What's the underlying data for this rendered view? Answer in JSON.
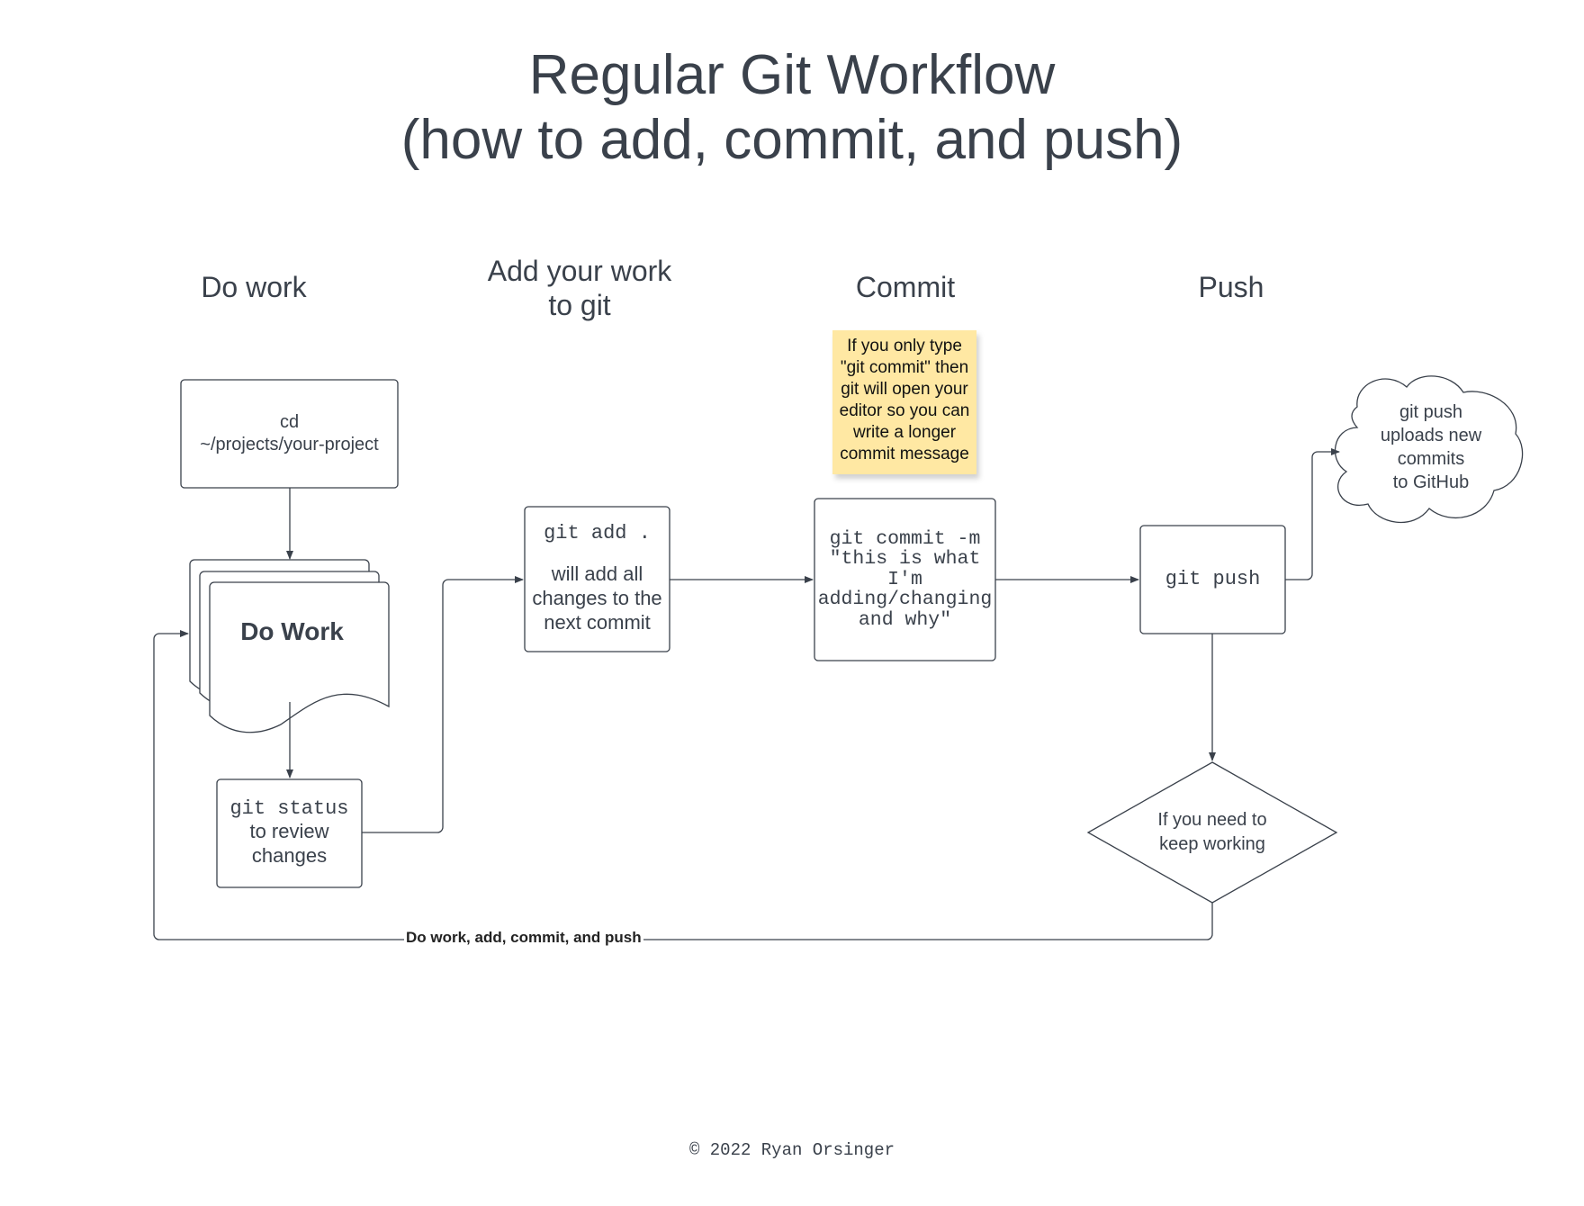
{
  "title": {
    "line1": "Regular Git Workflow",
    "line2": "(how to add, commit, and push)"
  },
  "columns": {
    "do_work": "Do work",
    "add_line1": "Add your work",
    "add_line2": "to git",
    "commit": "Commit",
    "push": "Push"
  },
  "nodes": {
    "cd": {
      "line1": "cd",
      "line2": "~/projects/your-project"
    },
    "do_work": "Do Work",
    "git_status": {
      "cmd": "git status",
      "line2": "to review",
      "line3": "changes"
    },
    "git_add": {
      "cmd": "git add .",
      "line2": "will add all",
      "line3": "changes to the",
      "line4": "next commit"
    },
    "git_commit": {
      "line1": "git commit -m",
      "line2": "\"this is what",
      "line3": "I'm",
      "line4": "adding/changing",
      "line5": "and why\""
    },
    "git_push": "git push",
    "cloud": {
      "line1": "git push",
      "line2": "uploads new",
      "line3": "commits",
      "line4": "to GitHub"
    },
    "decision": {
      "line1": "If you need to",
      "line2": "keep working"
    }
  },
  "sticky_note": {
    "line1": "If you only type",
    "line2": "\"git commit\" then",
    "line3": "git will open your",
    "line4": "editor so you can",
    "line5": "write a longer",
    "line6": "commit message",
    "color": "#ffe8a3"
  },
  "loop_label": "Do work, add, commit, and push",
  "footer": "© 2022 Ryan Orsinger",
  "colors": {
    "ink": "#3a414b",
    "line": "#3a414b"
  }
}
